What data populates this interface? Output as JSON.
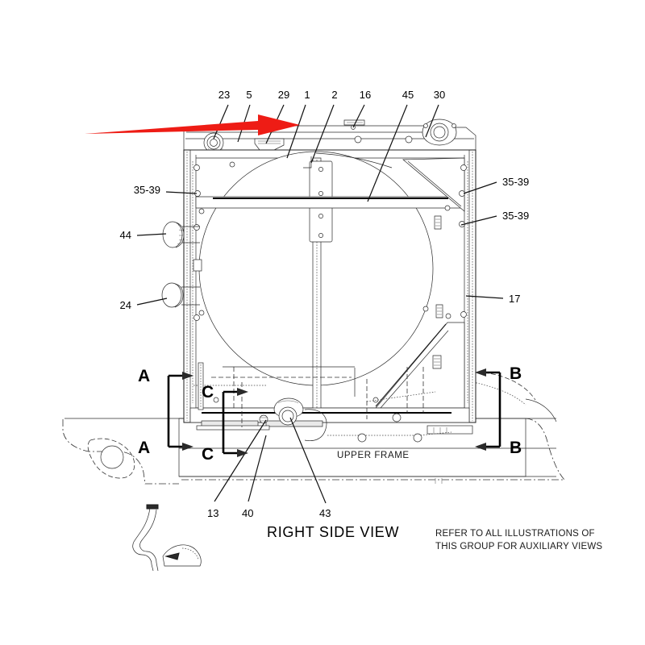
{
  "drawing": {
    "title": "RIGHT SIDE VIEW",
    "note_line1": "REFER TO ALL ILLUSTRATIONS OF",
    "note_line2": "THIS GROUP FOR AUXILIARY VIEWS",
    "frame_label": "UPPER FRAME",
    "highlight_color": "#ee1c15",
    "line_color": "#1b1b1b",
    "background": "#ffffff"
  },
  "callouts": {
    "top": [
      {
        "id": "23",
        "label": "23"
      },
      {
        "id": "5",
        "label": "5"
      },
      {
        "id": "29",
        "label": "29"
      },
      {
        "id": "1",
        "label": "1"
      },
      {
        "id": "2",
        "label": "2"
      },
      {
        "id": "16",
        "label": "16"
      },
      {
        "id": "45",
        "label": "45"
      },
      {
        "id": "30",
        "label": "30"
      }
    ],
    "left": [
      {
        "id": "35-39-left",
        "label": "35-39"
      },
      {
        "id": "44",
        "label": "44"
      },
      {
        "id": "24",
        "label": "24"
      }
    ],
    "right": [
      {
        "id": "35-39-right-upper",
        "label": "35-39"
      },
      {
        "id": "35-39-right-lower",
        "label": "35-39"
      },
      {
        "id": "17",
        "label": "17"
      }
    ],
    "bottom": [
      {
        "id": "13",
        "label": "13"
      },
      {
        "id": "40",
        "label": "40"
      },
      {
        "id": "43",
        "label": "43"
      }
    ]
  },
  "section_marks": [
    {
      "id": "A-top",
      "label": "A",
      "direction": "right"
    },
    {
      "id": "A-bottom",
      "label": "A",
      "direction": "right"
    },
    {
      "id": "C-top",
      "label": "C",
      "direction": "right"
    },
    {
      "id": "C-bottom",
      "label": "C",
      "direction": "right"
    },
    {
      "id": "B-top",
      "label": "B",
      "direction": "left"
    },
    {
      "id": "B-bottom",
      "label": "B",
      "direction": "left"
    }
  ]
}
